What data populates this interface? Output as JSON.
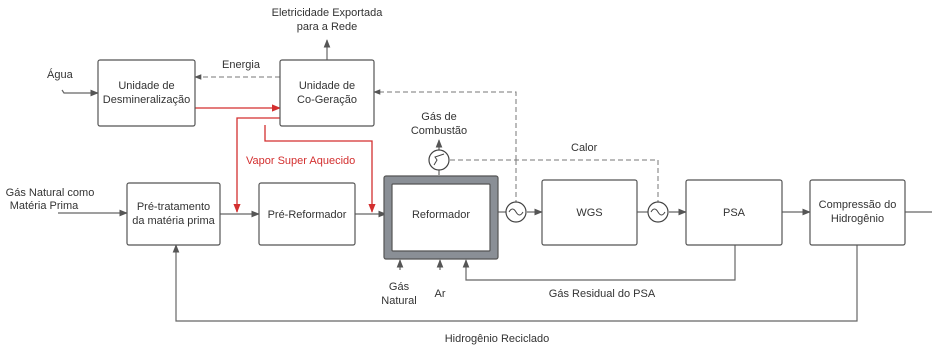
{
  "nodes": {
    "desmin": [
      "Unidade de",
      "Desmineralização"
    ],
    "cogen": [
      "Unidade de",
      "Co-Geração"
    ],
    "pretreat": [
      "Pré-tratamento",
      "da matéria prima"
    ],
    "prereform": [
      "Pré-Reformador"
    ],
    "reformer": [
      "Reformador"
    ],
    "wgs": [
      "WGS"
    ],
    "psa": [
      "PSA"
    ],
    "compress": [
      "Compressão do",
      "Hidrogênio"
    ]
  },
  "labels": {
    "agua": [
      "Água"
    ],
    "eletricidade": [
      "Eletricidade Exportada",
      "para a Rede"
    ],
    "energia": [
      "Energia"
    ],
    "vapor": [
      "Vapor Super Aquecido"
    ],
    "gas_combustao": [
      "Gás de",
      "Combustão"
    ],
    "calor": [
      "Calor"
    ],
    "gas_natural_mp": [
      "Gás Natural como",
      "Matéria Prima"
    ],
    "gas_natural": [
      "Gás",
      "Natural"
    ],
    "ar": [
      "Ar"
    ],
    "gas_residual": [
      "Gás Residual do PSA"
    ],
    "hidrogenio_reciclado": [
      "Hidrogênio Reciclado"
    ]
  },
  "colors": {
    "steam_line": "#d32f2f",
    "reformer_frame": "#8a8f96",
    "box_stroke": "#555555",
    "line": "#666666"
  }
}
